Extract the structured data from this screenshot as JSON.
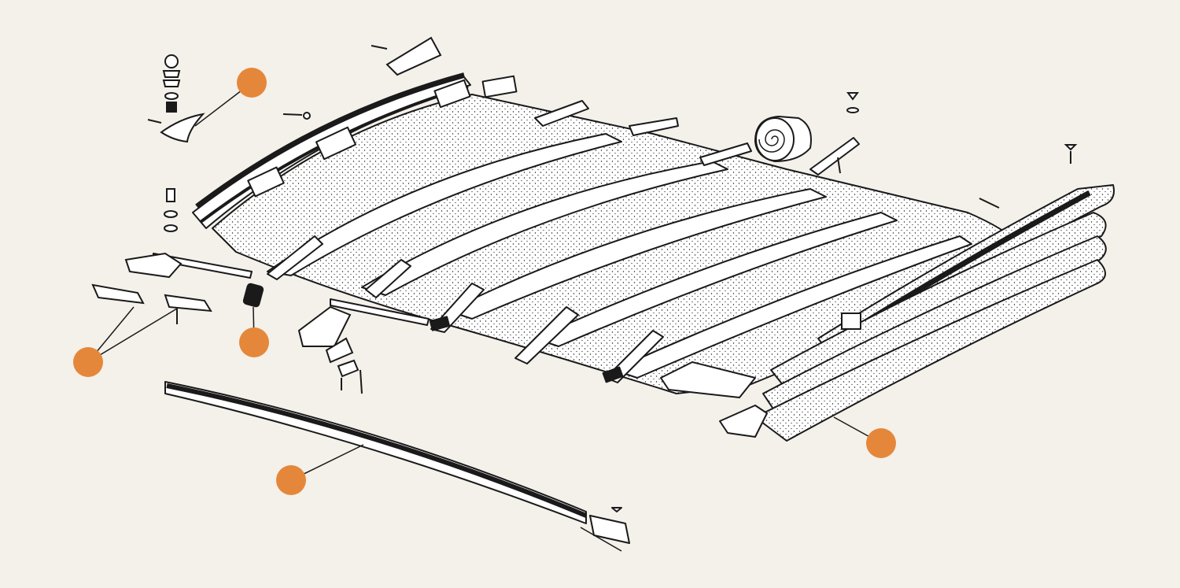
{
  "diagram": {
    "background": "#f4f0ea",
    "line_color": "#1a1a1a",
    "paper_color": "#ffffff",
    "hotspot_color": "#e5873a",
    "parts": [
      "soft-top-canvas",
      "front-header-rail",
      "roof-bows",
      "hood-catch-lever",
      "rubber-buffer-pad",
      "bow-guide-brackets",
      "rear-rail-seal",
      "canvas-roll",
      "rear-folding-frame"
    ],
    "hotspots": [
      {
        "id": "catch-lever",
        "label": ""
      },
      {
        "id": "rubber-buffer",
        "label": ""
      },
      {
        "id": "guide-pads",
        "label": ""
      },
      {
        "id": "rear-seal-rail",
        "label": ""
      },
      {
        "id": "folded-hood",
        "label": ""
      }
    ]
  }
}
